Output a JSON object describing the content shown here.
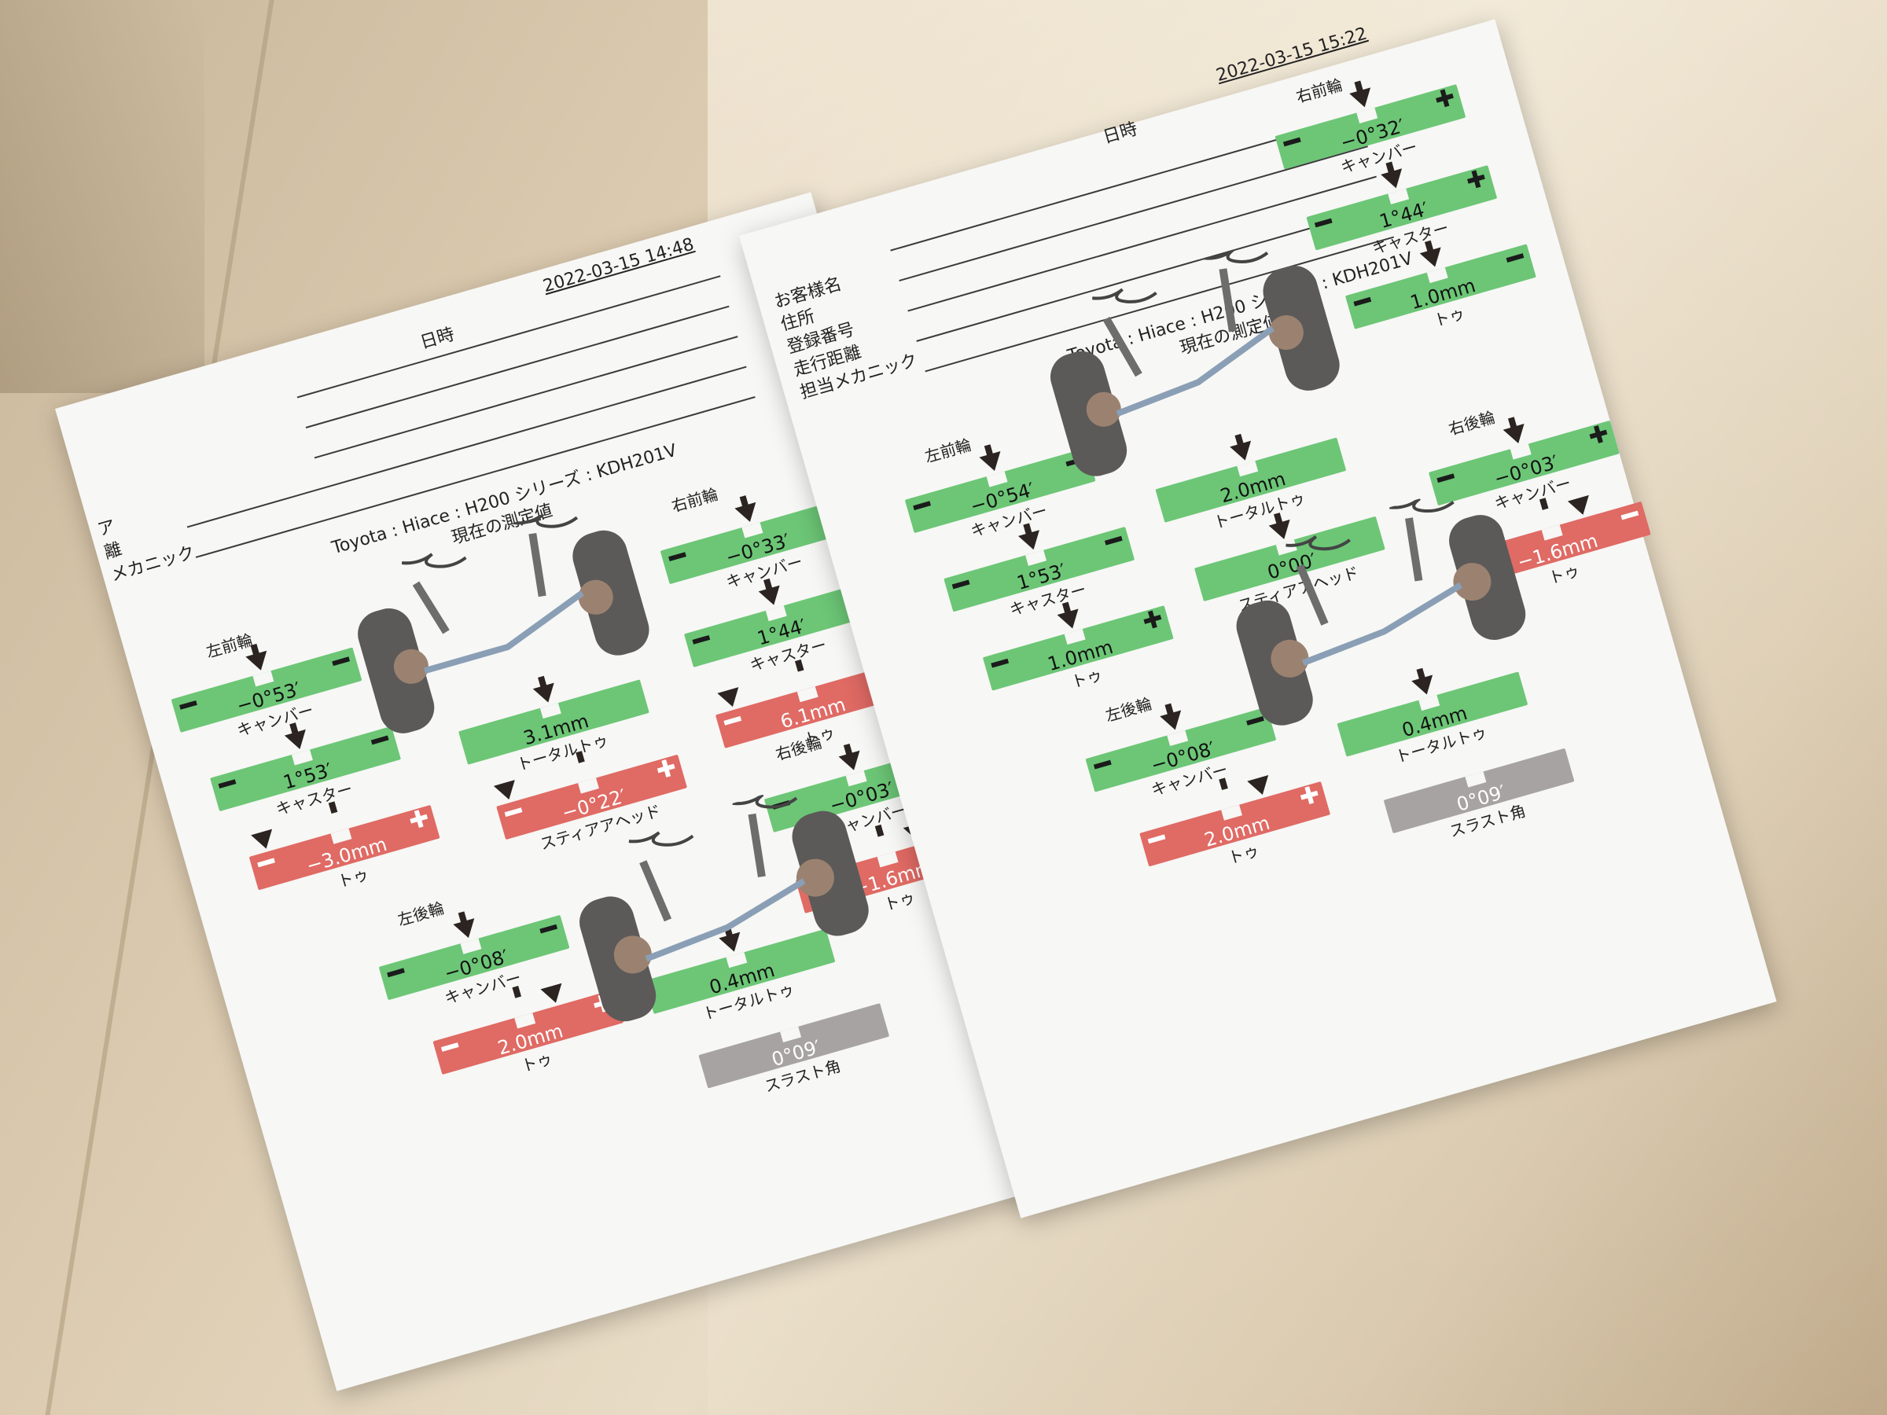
{
  "sheets": {
    "left": {
      "field_labels": [
        "ア",
        "離",
        "メカニック"
      ],
      "date_label": "日時",
      "date_value": "2022-03-15 14:48",
      "vehicle": "Toyota : Hiace : H200 シリーズ : KDH201V",
      "section_title": "現在の測定値",
      "front_left": {
        "title": "左前輪",
        "camber": {
          "value": "−0°53′",
          "label": "キャンバー"
        },
        "caster": {
          "value": "1°53′",
          "label": "キャスター"
        },
        "toe": {
          "value": "−3.0mm",
          "label": "トゥ"
        }
      },
      "front_right": {
        "title": "右前輪",
        "camber": {
          "value": "−0°33′",
          "label": "キャンバー"
        },
        "caster": {
          "value": "1°44′",
          "label": "キャスター"
        },
        "toe": {
          "value": "6.1mm",
          "label": "トゥ"
        }
      },
      "front_total": {
        "total_toe": {
          "value": "3.1mm",
          "label": "トータルトゥ"
        },
        "steer_ahead": {
          "value": "−0°22′",
          "label": "スティアアヘッド"
        }
      },
      "rear_left": {
        "title": "左後輪",
        "camber": {
          "value": "−0°08′",
          "label": "キャンバー"
        },
        "toe": {
          "value": "2.0mm",
          "label": "トゥ"
        }
      },
      "rear_right": {
        "title": "右後輪",
        "camber": {
          "value": "−0°03′",
          "label": "キャンバー"
        },
        "toe": {
          "value": "−1.6mm",
          "label": "トゥ"
        }
      },
      "rear_total": {
        "total_toe": {
          "value": "0.4mm",
          "label": "トータルトゥ"
        },
        "thrust": {
          "value": "0°09′",
          "label": "スラスト角"
        }
      }
    },
    "right": {
      "field_labels": [
        "お客様名",
        "住所",
        "登録番号",
        "走行距離",
        "担当メカニック"
      ],
      "date_label": "日時",
      "date_value": "2022-03-15 15:22",
      "vehicle": "Toyota : Hiace : H200 シリーズ : KDH201V",
      "section_title": "現在の測定値",
      "front_left": {
        "title": "左前輪",
        "camber": {
          "value": "−0°54′",
          "label": "キャンバー"
        },
        "caster": {
          "value": "1°53′",
          "label": "キャスター"
        },
        "toe": {
          "value": "1.0mm",
          "label": "トゥ"
        }
      },
      "front_right": {
        "title": "右前輪",
        "camber": {
          "value": "−0°32′",
          "label": "キャンバー"
        },
        "caster": {
          "value": "1°44′",
          "label": "キャスター"
        },
        "toe": {
          "value": "1.0mm",
          "label": "トゥ"
        }
      },
      "front_total": {
        "total_toe": {
          "value": "2.0mm",
          "label": "トータルトゥ"
        },
        "steer_ahead": {
          "value": "0°00′",
          "label": "スティアアヘッド"
        }
      },
      "rear_left": {
        "title": "左後輪",
        "camber": {
          "value": "−0°08′",
          "label": "キャンバー"
        },
        "toe": {
          "value": "2.0mm",
          "label": "トゥ"
        }
      },
      "rear_right": {
        "title": "右後輪",
        "camber": {
          "value": "−0°03′",
          "label": "キャンバー"
        },
        "toe": {
          "value": "−1.6mm",
          "label": "トゥ"
        }
      },
      "rear_total": {
        "total_toe": {
          "value": "0.4mm",
          "label": "トータルトゥ"
        },
        "thrust": {
          "value": "0°09′",
          "label": "スラスト角"
        }
      }
    }
  },
  "colors": {
    "in_spec": "#6cc676",
    "out_of_spec": "#e06a64",
    "neutral": "#a7a3a3",
    "table_wood": "#d6c4a6",
    "paper": "#f7f7f5"
  }
}
